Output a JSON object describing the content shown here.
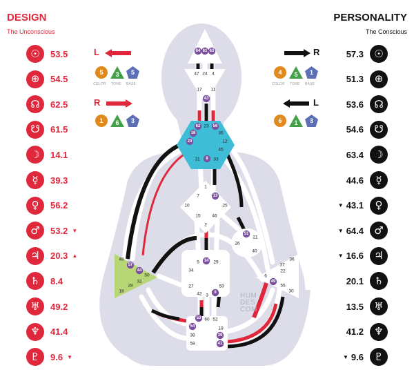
{
  "colors": {
    "design": "#e0283d",
    "personality": "#111111",
    "silhouette": "#dcdde8",
    "channel": "#ffffff",
    "throat": "#3fbdd6",
    "sacral": "#ffffff",
    "spleen": "#b7d676",
    "gate": "#7b4e9e",
    "color_orange": "#e08a1e",
    "color_green": "#43a047",
    "color_blue": "#5c6fb5"
  },
  "design": {
    "title": "DESIGN",
    "subtitle": "The Unconscious",
    "rows": [
      {
        "icon": "sun-icon",
        "glyph": "☉",
        "value": "53.5",
        "arrow": ""
      },
      {
        "icon": "earth-icon",
        "glyph": "⊕",
        "value": "54.5",
        "arrow": ""
      },
      {
        "icon": "north-node-icon",
        "glyph": "☊",
        "value": "62.5",
        "arrow": ""
      },
      {
        "icon": "south-node-icon",
        "glyph": "☋",
        "value": "61.5",
        "arrow": ""
      },
      {
        "icon": "moon-icon",
        "glyph": "☽",
        "value": "14.1",
        "arrow": ""
      },
      {
        "icon": "mercury-icon",
        "glyph": "☿",
        "value": "39.3",
        "arrow": ""
      },
      {
        "icon": "venus-icon",
        "glyph": "♀",
        "value": "56.2",
        "arrow": ""
      },
      {
        "icon": "mars-icon",
        "glyph": "♂",
        "value": "53.2",
        "arrow": "▼"
      },
      {
        "icon": "jupiter-icon",
        "glyph": "♃",
        "value": "20.3",
        "arrow": "▲"
      },
      {
        "icon": "saturn-icon",
        "glyph": "♄",
        "value": "8.4",
        "arrow": ""
      },
      {
        "icon": "uranus-icon",
        "glyph": "♅",
        "value": "49.2",
        "arrow": ""
      },
      {
        "icon": "neptune-icon",
        "glyph": "♆",
        "value": "41.4",
        "arrow": ""
      },
      {
        "icon": "pluto-icon",
        "glyph": "♇",
        "value": "9.6",
        "arrow": "▼"
      }
    ]
  },
  "personality": {
    "title": "PERSONALITY",
    "subtitle": "The Conscious",
    "rows": [
      {
        "icon": "sun-icon",
        "glyph": "☉",
        "value": "57.3",
        "arrow": ""
      },
      {
        "icon": "earth-icon",
        "glyph": "⊕",
        "value": "51.3",
        "arrow": ""
      },
      {
        "icon": "north-node-icon",
        "glyph": "☊",
        "value": "53.6",
        "arrow": ""
      },
      {
        "icon": "south-node-icon",
        "glyph": "☋",
        "value": "54.6",
        "arrow": ""
      },
      {
        "icon": "moon-icon",
        "glyph": "☽",
        "value": "63.4",
        "arrow": ""
      },
      {
        "icon": "mercury-icon",
        "glyph": "☿",
        "value": "44.6",
        "arrow": ""
      },
      {
        "icon": "venus-icon",
        "glyph": "♀",
        "value": "43.1",
        "arrow": "▼"
      },
      {
        "icon": "mars-icon",
        "glyph": "♂",
        "value": "64.4",
        "arrow": "▼"
      },
      {
        "icon": "jupiter-icon",
        "glyph": "♃",
        "value": "16.6",
        "arrow": "▼"
      },
      {
        "icon": "saturn-icon",
        "glyph": "♄",
        "value": "20.1",
        "arrow": ""
      },
      {
        "icon": "uranus-icon",
        "glyph": "♅",
        "value": "13.5",
        "arrow": ""
      },
      {
        "icon": "neptune-icon",
        "glyph": "♆",
        "value": "41.2",
        "arrow": ""
      },
      {
        "icon": "pluto-icon",
        "glyph": "♇",
        "value": "9.6",
        "arrow": "▼"
      }
    ]
  },
  "variables": {
    "design_top": {
      "dir": "L",
      "color": "5",
      "tone": "3",
      "base": "5"
    },
    "design_bottom": {
      "dir": "R",
      "color": "1",
      "tone": "6",
      "base": "3"
    },
    "personality_top": {
      "dir": "R",
      "color": "4",
      "tone": "5",
      "base": "1"
    },
    "personality_bottom": {
      "dir": "L",
      "color": "6",
      "tone": "1",
      "base": "3"
    },
    "labels": {
      "color": "COLOR",
      "tone": "TONE",
      "base": "BASE"
    }
  },
  "watermark": [
    "HUM",
    "DES",
    "COM"
  ],
  "gates": [
    {
      "n": "64",
      "a": true
    },
    {
      "n": "61",
      "a": true
    },
    {
      "n": "63",
      "a": true
    },
    {
      "n": "47",
      "a": false
    },
    {
      "n": "24",
      "a": false
    },
    {
      "n": "4",
      "a": false
    },
    {
      "n": "17",
      "a": false
    },
    {
      "n": "43",
      "a": true
    },
    {
      "n": "11",
      "a": false
    },
    {
      "n": "62",
      "a": true
    },
    {
      "n": "23",
      "a": false
    },
    {
      "n": "56",
      "a": true
    },
    {
      "n": "16",
      "a": true
    },
    {
      "n": "35",
      "a": false
    },
    {
      "n": "20",
      "a": true
    },
    {
      "n": "12",
      "a": false
    },
    {
      "n": "45",
      "a": false
    },
    {
      "n": "31",
      "a": false
    },
    {
      "n": "8",
      "a": true
    },
    {
      "n": "33",
      "a": false
    },
    {
      "n": "1",
      "a": false
    },
    {
      "n": "7",
      "a": false
    },
    {
      "n": "13",
      "a": true
    },
    {
      "n": "10",
      "a": false
    },
    {
      "n": "25",
      "a": false
    },
    {
      "n": "15",
      "a": false
    },
    {
      "n": "46",
      "a": false
    },
    {
      "n": "2",
      "a": false
    },
    {
      "n": "51",
      "a": true
    },
    {
      "n": "21",
      "a": false
    },
    {
      "n": "26",
      "a": false
    },
    {
      "n": "40",
      "a": false
    },
    {
      "n": "5",
      "a": false
    },
    {
      "n": "14",
      "a": true
    },
    {
      "n": "29",
      "a": false
    },
    {
      "n": "34",
      "a": false
    },
    {
      "n": "27",
      "a": false
    },
    {
      "n": "59",
      "a": false
    },
    {
      "n": "42",
      "a": false
    },
    {
      "n": "3",
      "a": false
    },
    {
      "n": "9",
      "a": true
    },
    {
      "n": "48",
      "a": false
    },
    {
      "n": "57",
      "a": true
    },
    {
      "n": "44",
      "a": true
    },
    {
      "n": "50",
      "a": false
    },
    {
      "n": "32",
      "a": false
    },
    {
      "n": "28",
      "a": false
    },
    {
      "n": "18",
      "a": false
    },
    {
      "n": "36",
      "a": false
    },
    {
      "n": "37",
      "a": false
    },
    {
      "n": "22",
      "a": false
    },
    {
      "n": "6",
      "a": false
    },
    {
      "n": "49",
      "a": true
    },
    {
      "n": "55",
      "a": false
    },
    {
      "n": "30",
      "a": false
    },
    {
      "n": "53",
      "a": true
    },
    {
      "n": "60",
      "a": false
    },
    {
      "n": "52",
      "a": false
    },
    {
      "n": "54",
      "a": true
    },
    {
      "n": "19",
      "a": false
    },
    {
      "n": "38",
      "a": false
    },
    {
      "n": "39",
      "a": true
    },
    {
      "n": "58",
      "a": false
    },
    {
      "n": "41",
      "a": true
    }
  ]
}
